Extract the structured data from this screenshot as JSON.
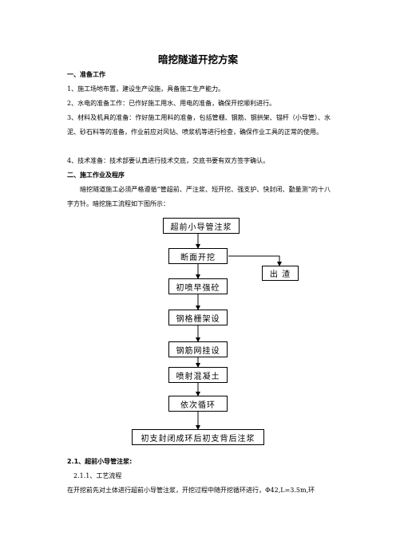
{
  "title": "暗挖隧道开挖方案",
  "sections": {
    "s1_heading": "一、准备工作",
    "s1_items": [
      "1、施工场地布置，建设生产设施，具备施工生产能力。",
      "2、水电的准备工作：已作好施工用水、用电的准备，确保开挖顺利进行。",
      "3、材料及机具的准备：作好施工用料的准备，包括管棚、钢筋、钢拱架、锚杆（小导管）、水泥、砂石料等的准备，作业前应对风钻、喷浆机等进行检查，确保作业工具的正常的使用。",
      "4、技术准备：技术部要认真进行技术交底，交底书要有双方签字确认。"
    ],
    "s2_heading": "二、施工作业及程序",
    "s2_para": "暗挖隧道施工必须严格遵循“管超前、严注浆、短开挖、强支护、快封闭、勤量测”的十八字方针。暗挖施工流程如下图所示：",
    "s21_heading": "2.1、超前小导管注浆:",
    "s211_heading": "2.1.1、工艺流程",
    "s211_para": "在开挖前先对土体进行超前小导管注浆，开挖过程中随开挖循环进行，Φ42,L=3.5m,环"
  },
  "flow": {
    "steps": [
      "超前小导管注浆",
      "断面开挖",
      "初喷早强砼",
      "钢格栅架设",
      "钢筋网挂设",
      "喷射混凝土",
      "依次循环",
      "初支封闭成环后初支背后注浆"
    ],
    "side": "出  渣"
  }
}
